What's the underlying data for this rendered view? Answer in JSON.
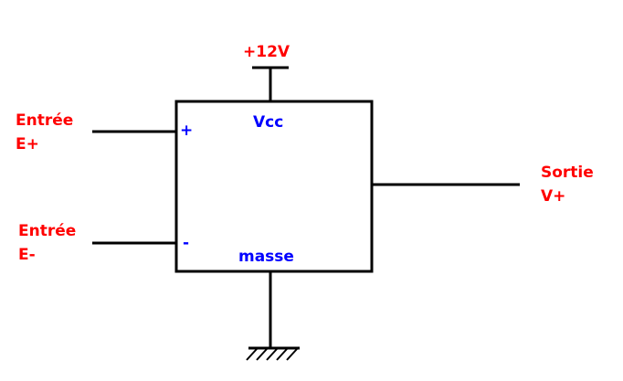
{
  "diagram": {
    "supply": "+12V",
    "box": {
      "vcc": "Vcc",
      "ground": "masse",
      "plus": "+",
      "minus": "-"
    },
    "input_plus": {
      "line1": "Entrée",
      "line2": "E+"
    },
    "input_minus": {
      "line1": "Entrée",
      "line2": "E-"
    },
    "output": {
      "line1": "Sortie",
      "line2": "V+"
    }
  },
  "colors": {
    "label_red": "#ff0000",
    "label_blue": "#0000ff",
    "line": "#000000"
  }
}
